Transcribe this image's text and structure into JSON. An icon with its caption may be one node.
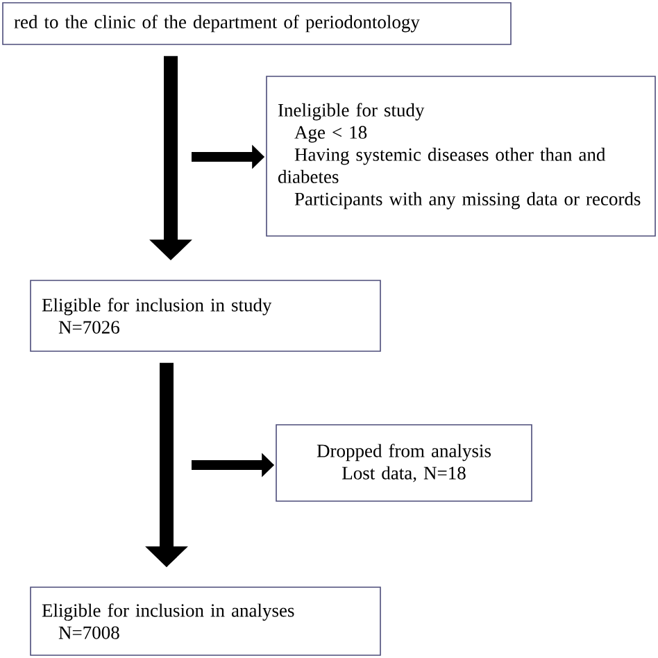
{
  "diagram": {
    "nodes": [
      {
        "text": [
          "red to the clinic of the department of periodontology"
        ]
      },
      {
        "text": [
          "Ineligible for study",
          "Age < 18",
          "Having systemic diseases other than and diabetes",
          "Participants with any missing data or records"
        ]
      },
      {
        "text": [
          "Eligible for inclusion in study",
          "N=7026"
        ]
      },
      {
        "text": [
          "Dropped from analysis",
          "Lost data, N=18"
        ]
      },
      {
        "text": [
          "Eligible for inclusion in analyses",
          "N=7008"
        ]
      }
    ],
    "edges": [
      {
        "from": 0,
        "to": 2,
        "arrow": "to"
      },
      {
        "from": null,
        "to": 1,
        "arrow": "to"
      },
      {
        "from": 2,
        "to": 4,
        "arrow": "to"
      },
      {
        "from": null,
        "to": 3,
        "arrow": "to"
      }
    ]
  }
}
